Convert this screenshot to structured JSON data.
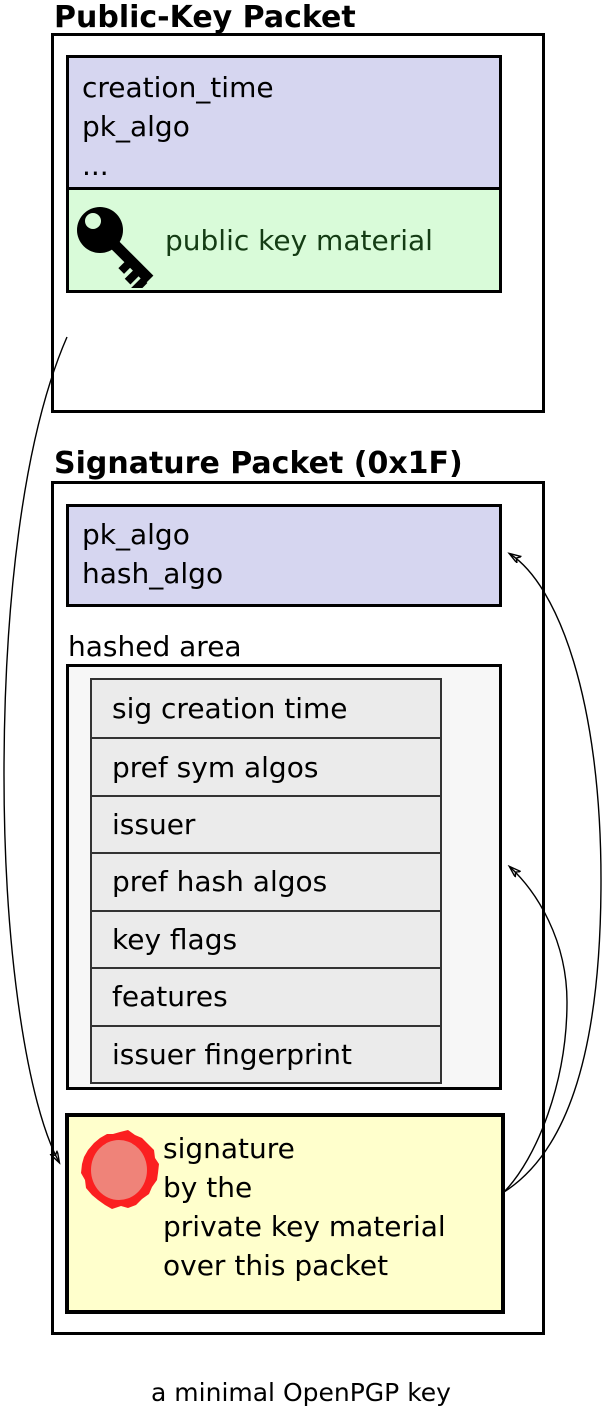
{
  "diagram": {
    "caption": "a minimal OpenPGP key",
    "public_key_packet": {
      "title": "Public-Key Packet",
      "fields": [
        "creation_time",
        "pk_algo",
        "..."
      ],
      "key_material_label": "public key material",
      "icon": "key-icon"
    },
    "signature_packet": {
      "title": "Signature Packet (0x1F)",
      "fields": [
        "pk_algo",
        "hash_algo"
      ],
      "hashed_area_label": "hashed area",
      "hashed_subpackets": [
        "sig creation time",
        "pref sym algos",
        "issuer",
        "pref hash algos",
        "key flags",
        "features",
        "issuer fingerprint"
      ],
      "signature_lines": [
        "signature",
        "by the",
        "private key material",
        "over this packet"
      ],
      "icon": "seal-icon"
    },
    "arrows": [
      {
        "name": "public-key-to-signature"
      },
      {
        "name": "signature-to-algo-fields"
      },
      {
        "name": "signature-to-hashed-area"
      }
    ],
    "colors": {
      "field_box": "#d6d6f0",
      "key_material_box": "#d9fbd9",
      "key_material_text": "#143c14",
      "signature_box": "#ffffcc",
      "hashed_area_bg": "#f7f7f7",
      "hashed_row_bg": "#ebebeb",
      "seal_outer": "#fb2020",
      "seal_inner": "#ef8379",
      "line": "#000000"
    }
  }
}
